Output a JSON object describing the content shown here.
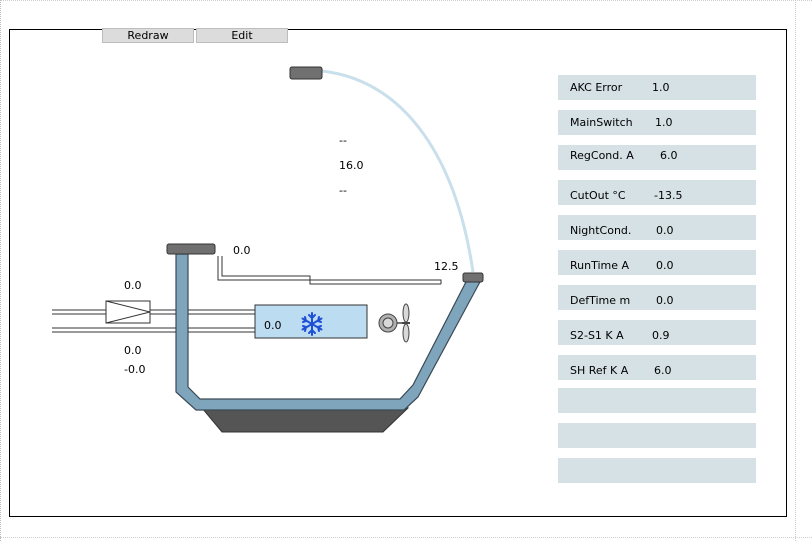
{
  "toolbar": {
    "redraw_label": "Redraw",
    "edit_label": "Edit"
  },
  "diagram": {
    "top_dash": "--",
    "center_value": "16.0",
    "bottom_dash": "--",
    "sensor_top_value": "0.0",
    "right_sensor_value": "12.5",
    "left_top_value": "0.0",
    "left_bottom_value": "0.0",
    "left_bottom_value2": "-0.0",
    "evaporator_value": "0.0",
    "colors": {
      "pipe": "#7fa5bd",
      "pipe_outline": "#3a4a55",
      "evaporator_fill": "#bcdcf2",
      "tray": "#555555",
      "curve": "#c9dfeb",
      "snowflake": "#1f4fd6",
      "sensor": "#707070"
    }
  },
  "params": [
    {
      "name": "AKC Error",
      "value": "1.0"
    },
    {
      "name": "MainSwitch",
      "value": "1.0"
    },
    {
      "name": "RegCond. A",
      "value": "6.0"
    },
    {
      "name": "CutOut °C",
      "value": "-13.5"
    },
    {
      "name": "NightCond.",
      "value": "0.0"
    },
    {
      "name": "RunTime A",
      "value": "0.0"
    },
    {
      "name": "DefTime m",
      "value": "0.0"
    },
    {
      "name": "S2-S1 K A",
      "value": "0.9"
    },
    {
      "name": "SH Ref K A",
      "value": "6.0"
    },
    {
      "name": "",
      "value": ""
    },
    {
      "name": "",
      "value": ""
    },
    {
      "name": "",
      "value": ""
    }
  ]
}
